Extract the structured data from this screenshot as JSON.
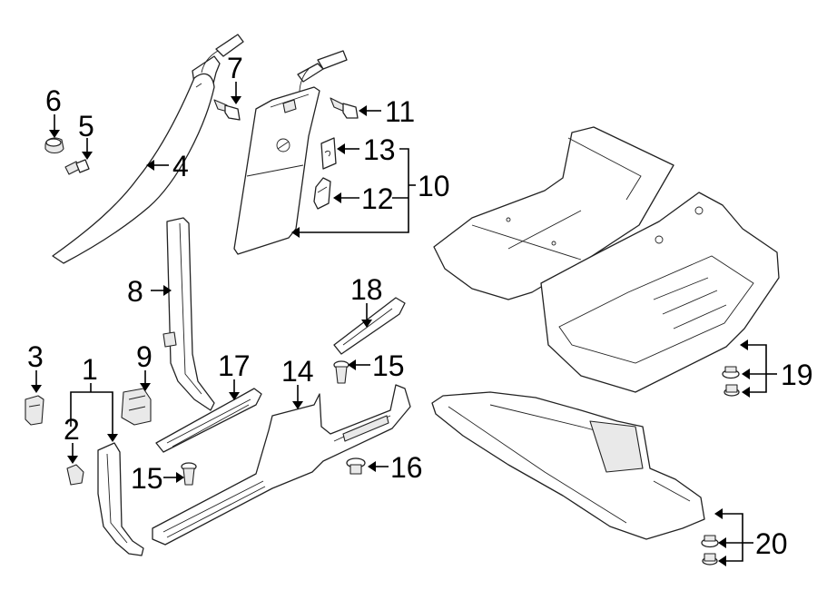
{
  "diagram": {
    "callouts": {
      "c1": "1",
      "c2": "2",
      "c3": "3",
      "c4": "4",
      "c5": "5",
      "c6": "6",
      "c7": "7",
      "c8": "8",
      "c9": "9",
      "c10": "10",
      "c11": "11",
      "c12": "12",
      "c13": "13",
      "c14": "14",
      "c15a": "15",
      "c15b": "15",
      "c16": "16",
      "c17": "17",
      "c18": "18",
      "c19": "19",
      "c20": "20"
    }
  }
}
